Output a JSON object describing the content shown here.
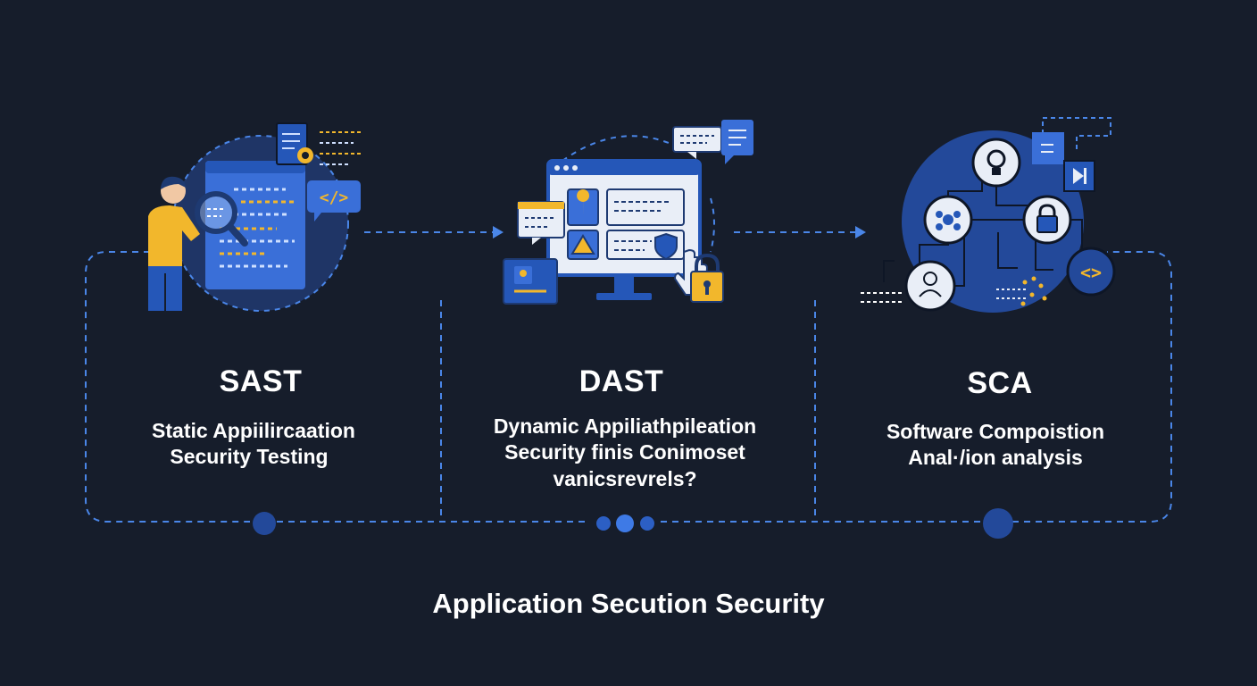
{
  "colors": {
    "background": "#161d2b",
    "accent_blue": "#3a6fd8",
    "panel_blue": "#2557b8",
    "circle_blue": "#23499a",
    "yellow": "#f2b72c",
    "dash": "#4a86e8"
  },
  "pillars": [
    {
      "id": "sast",
      "title": "SAST",
      "subtitle_lines": [
        "Static Appiilircaation",
        "Security Testing"
      ]
    },
    {
      "id": "dast",
      "title": "DAST",
      "subtitle_lines": [
        "Dynamic Appiliathpileation",
        "Security finis Conimoset",
        "vanicsrevrels?"
      ]
    },
    {
      "id": "sca",
      "title": "SCA",
      "subtitle_lines": [
        "Software Compoistion",
        "Anal·/ion analysis"
      ]
    }
  ],
  "footer": {
    "title": "Application Secution Security"
  },
  "icons": {
    "sast": [
      "person-icon",
      "magnifier-icon",
      "code-window-icon",
      "document-gear-icon",
      "code-bracket-bubble-icon"
    ],
    "dast": [
      "browser-window-icon",
      "chat-bubble-icon",
      "warning-icon",
      "shield-icon",
      "padlock-icon",
      "pointer-hand-icon",
      "id-card-icon"
    ],
    "sca": [
      "lightbulb-icon",
      "network-hub-icon",
      "padlock-icon",
      "user-icon",
      "code-bracket-icon",
      "document-icon",
      "play-icon"
    ]
  }
}
